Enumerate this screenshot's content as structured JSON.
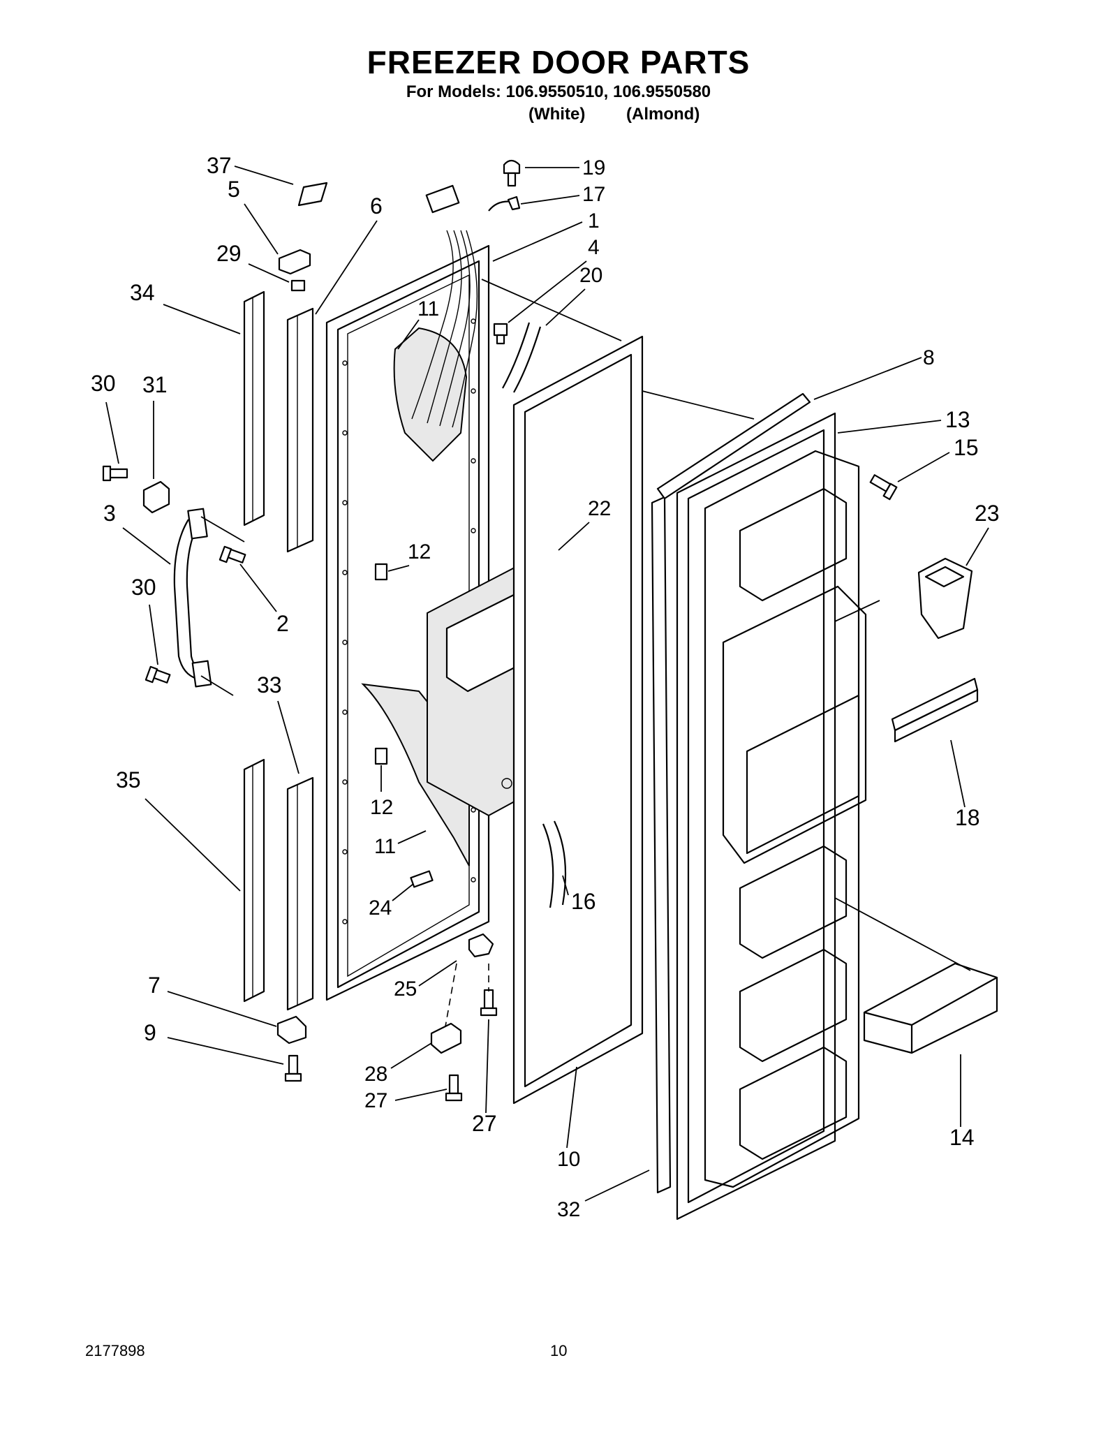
{
  "title": "FREEZER DOOR PARTS",
  "subtitle": "For Models: 106.9550510, 106.9550580",
  "color_white": "(White)",
  "color_almond": "(Almond)",
  "footer_left": "2177898",
  "footer_page": "10",
  "callouts": {
    "c37": "37",
    "c5": "5",
    "c29": "29",
    "c34": "34",
    "c6": "6",
    "c30a": "30",
    "c31": "31",
    "c3": "3",
    "c30b": "30",
    "c2": "2",
    "c33": "33",
    "c35": "35",
    "c7": "7",
    "c9": "9",
    "c19": "19",
    "c17": "17",
    "c1": "1",
    "c4": "4",
    "c20": "20",
    "c11a": "11",
    "c12a": "12",
    "c12b": "12",
    "c11b": "11",
    "c24": "24",
    "c25": "25",
    "c28": "28",
    "c27a": "27",
    "c27b": "27",
    "c22": "22",
    "c16": "16",
    "c10": "10",
    "c32": "32",
    "c8": "8",
    "c13": "13",
    "c15": "15",
    "c23": "23",
    "c18": "18",
    "c14": "14"
  }
}
